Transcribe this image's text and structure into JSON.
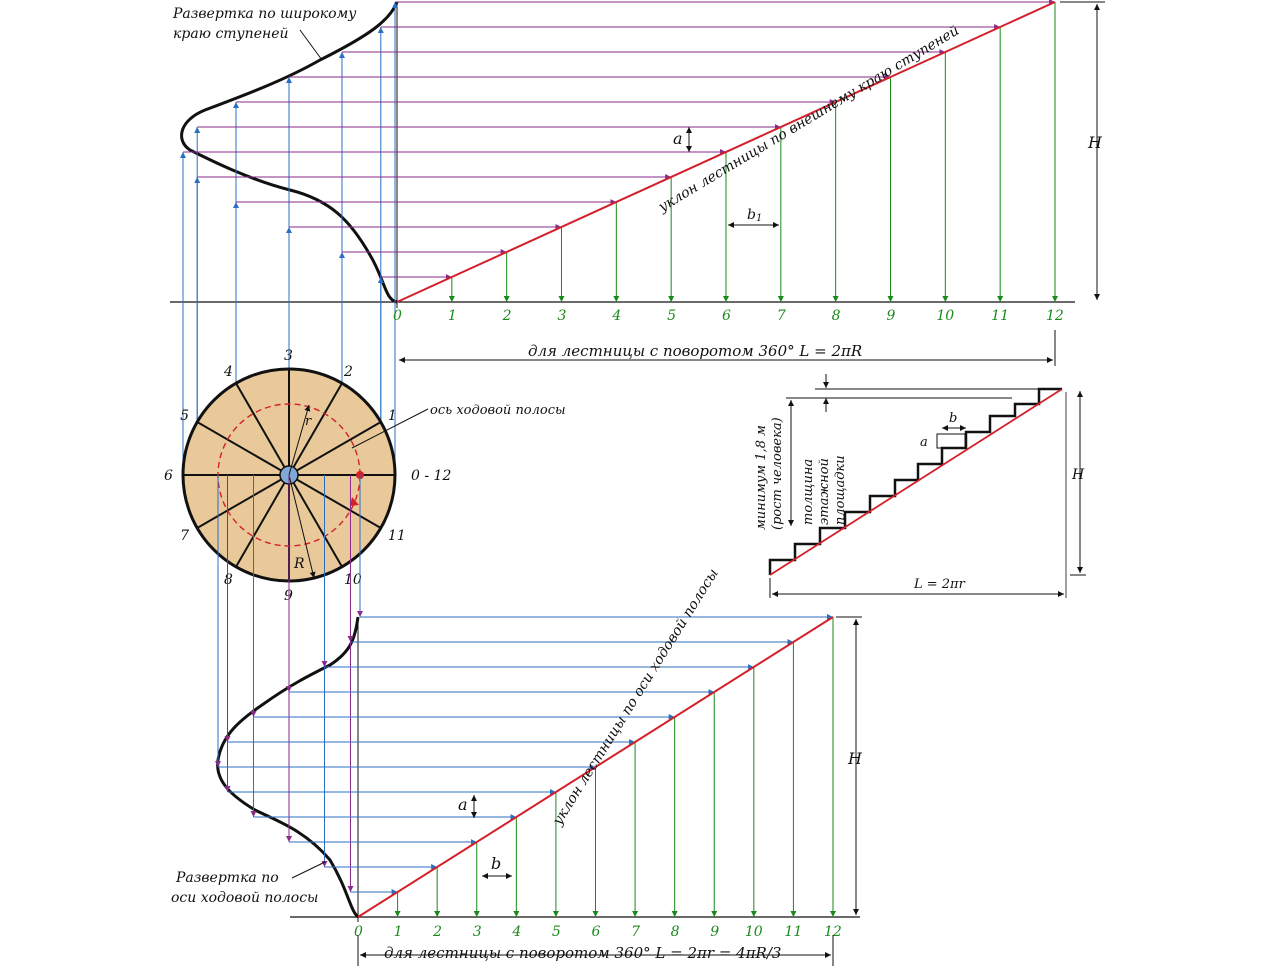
{
  "upper": {
    "title_lines": [
      "Развертка по широкому",
      "краю ступеней"
    ],
    "slope_label": "уклон лестницы по внешнему краю ступеней",
    "dim_a": "a",
    "dim_b1": "b",
    "dim_b1_sub": "1",
    "dim_H": "H",
    "ticks": [
      "0",
      "1",
      "2",
      "3",
      "4",
      "5",
      "6",
      "7",
      "8",
      "9",
      "10",
      "11",
      "12"
    ],
    "span_label": "для лестницы с поворотом 360°  L = 2πR"
  },
  "plan": {
    "sector_labels": [
      "0 - 12",
      "1",
      "2",
      "3",
      "4",
      "5",
      "6",
      "7",
      "8",
      "9",
      "10",
      "11"
    ],
    "axis_label": "ось ходовой полосы",
    "r_label": "r",
    "R_label": "R"
  },
  "side": {
    "vertical_label_1": "минимум 1,8 м",
    "vertical_label_2": "(рост человека)",
    "thickness_lines": [
      "толщина",
      "этажной",
      "площадки"
    ],
    "dim_a": "a",
    "dim_b": "b",
    "dim_H": "H",
    "span_label": "L = 2πr"
  },
  "lower": {
    "title_lines": [
      "Развертка по",
      "оси ходовой полосы"
    ],
    "slope_label": "уклон лестницы по оси ходовой полосы",
    "dim_a": "a",
    "dim_b": "b",
    "dim_H": "H",
    "ticks": [
      "0",
      "1",
      "2",
      "3",
      "4",
      "5",
      "6",
      "7",
      "8",
      "9",
      "10",
      "11",
      "12"
    ],
    "span_label": "для лестницы с поворотом 360°  L = 2πr = 4πR/3"
  },
  "colors": {
    "slope": "#d4202a",
    "riser": "#1a8a1a",
    "projection_blue": "#2b6fc2",
    "projection_purple": "#8a2a8a",
    "plan_fill": "#e9c99a",
    "hub": "#7fa8d6",
    "ink": "#111111"
  }
}
